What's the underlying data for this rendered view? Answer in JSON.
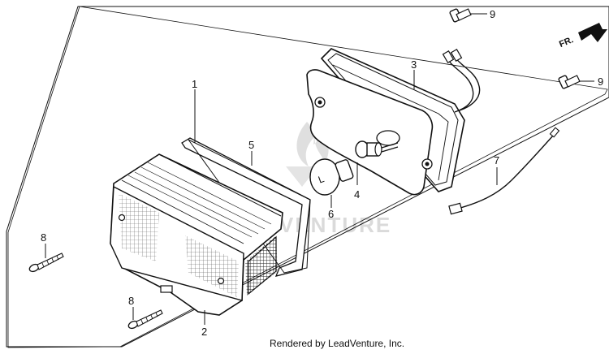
{
  "callouts": {
    "p1": "1",
    "p2": "2",
    "p3": "3",
    "p4": "4",
    "p5": "5",
    "p6": "6",
    "p7": "7",
    "p8a": "8",
    "p8b": "8",
    "p9a": "9",
    "p9b": "9"
  },
  "direction_arrow": {
    "label": "FR."
  },
  "bulb_marking": "L",
  "watermark": {
    "text": "VENTURE",
    "icon": "flame-logo-icon"
  },
  "footer": {
    "rendered_by": "Rendered by LeadVenture, Inc."
  }
}
